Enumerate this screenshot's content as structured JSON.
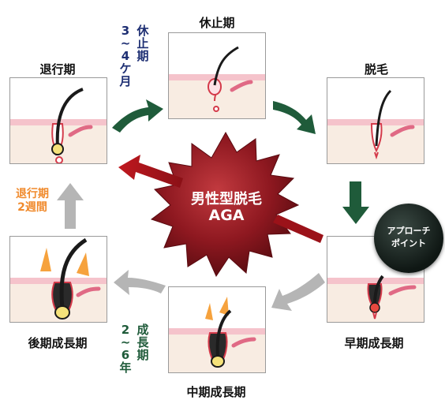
{
  "stages": {
    "kyushi": "休止期",
    "datsumou": "脱毛",
    "taikou": "退行期",
    "koki": "後期成長期",
    "chuki": "中期成長期",
    "souki": "早期成長期"
  },
  "durations": {
    "rest_period": [
      "3",
      "~",
      "4",
      "ケ",
      "月"
    ],
    "regression": [
      "退行期",
      "2週間"
    ],
    "growth_label": [
      "成",
      "長",
      "期"
    ],
    "growth_period": [
      "2",
      "~",
      "6",
      "年"
    ]
  },
  "center": {
    "line1": "男性型脱毛",
    "line2": "AGA"
  },
  "badge": {
    "line1": "アプローチ",
    "line2": "ポイント"
  },
  "colors": {
    "green_arrow": "#1f5b3a",
    "grey_arrow": "#b5b5b5",
    "red_arrow": "#a8141c",
    "starburst": "#8e1820",
    "orange_text": "#f08a2c",
    "navy_text": "#1e2f73",
    "green_text": "#1f5b3a",
    "skin_pink": "#f5c3cb",
    "skin_cream": "#f8ece2"
  }
}
